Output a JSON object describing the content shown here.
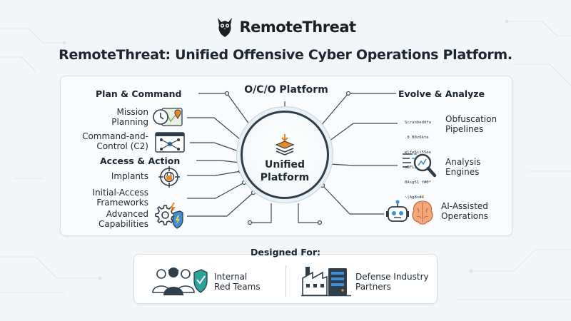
{
  "brand": {
    "name": "RemoteThreat",
    "logo_icon": "owl-logo-icon"
  },
  "headline": "RemoteThreat: Unified Offensive Cyber Operations Platform.",
  "platform": {
    "title": "O/C/O Platform",
    "center_line1": "Unified",
    "center_line2": "Platform",
    "center_icon": "stack-layers-icon"
  },
  "left": {
    "plan_heading": "Plan & Command",
    "mission_line1": "Mission",
    "mission_line2": "Planning",
    "c2_line1": "Command-and-",
    "c2_line2": "Control (C2)",
    "access_heading": "Access & Action",
    "implants": "Implants",
    "initial_line1": "Initial-Access",
    "initial_line2": "Frameworks",
    "advanced_line1": "Advanced",
    "advanced_line2": "Capabilities"
  },
  "right": {
    "evolve_heading": "Evolve & Analyze",
    "obf_line1": "Obfuscation",
    "obf_line2": "Pipelines",
    "analysis_line1": "Analysis",
    "analysis_line2": "Engines",
    "ai_line1": "AI-Assisted",
    "ai_line2": "Operations",
    "code_lines": [
      "Scranbeddfa",
      ".0 B0z6kte",
      "elfe6ii55ee",
      "sBFL1aIP6g",
      "0Asg51 f#0*",
      "~|Ag8s#4"
    ]
  },
  "designed_for": {
    "title": "Designed For:",
    "red_line1": "Internal",
    "red_line2": "Red Teams",
    "defense_line1": "Defense Industry",
    "defense_line2": "Partners"
  },
  "colors": {
    "accent_orange": "#e8892a",
    "accent_blue": "#3d8fd6",
    "accent_teal": "#2aa39a",
    "dark": "#2f3e4b"
  }
}
